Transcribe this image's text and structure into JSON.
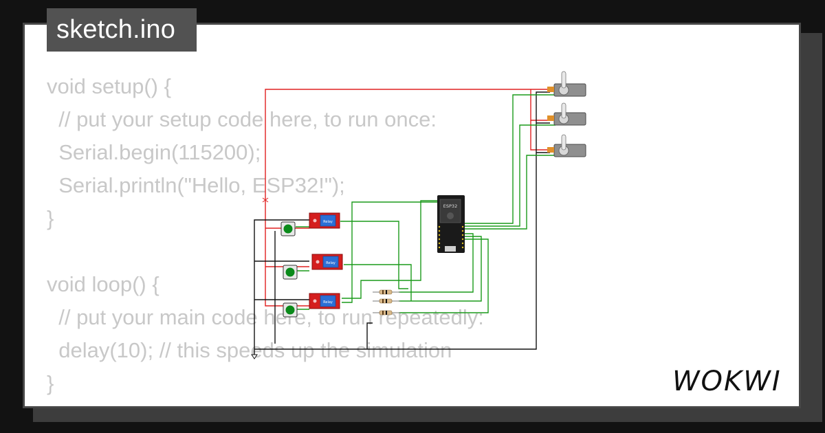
{
  "file_tab": {
    "title": "sketch.ino"
  },
  "code": {
    "lines": [
      "void setup() {",
      "  // put your setup code here, to run once:",
      "  Serial.begin(115200);",
      "  Serial.println(\"Hello, ESP32!\");",
      "}",
      "",
      "void loop() {",
      "  // put your main code here, to run repeatedly:",
      "  delay(10); // this speeds up the simulation",
      "}"
    ]
  },
  "diagram": {
    "mcu_label": "ESP32",
    "relay_labels": [
      "Relay",
      "Relay",
      "Relay"
    ]
  },
  "brand": {
    "logo_text": "WOKWI"
  },
  "colors": {
    "background": "#121212",
    "card": "#ffffff",
    "tab": "#525252",
    "code_text": "#c8c8c8",
    "wire_red": "#e02020",
    "wire_green": "#1a9a1a",
    "wire_black": "#111111",
    "relay_red": "#d41e1e",
    "button_green": "#0a8a1a",
    "servo_gray": "#8f8f8f"
  },
  "icons": [
    "servo-motor-icon",
    "push-button-icon",
    "relay-module-icon",
    "resistor-icon",
    "esp32-board-icon",
    "ground-symbol-icon"
  ]
}
